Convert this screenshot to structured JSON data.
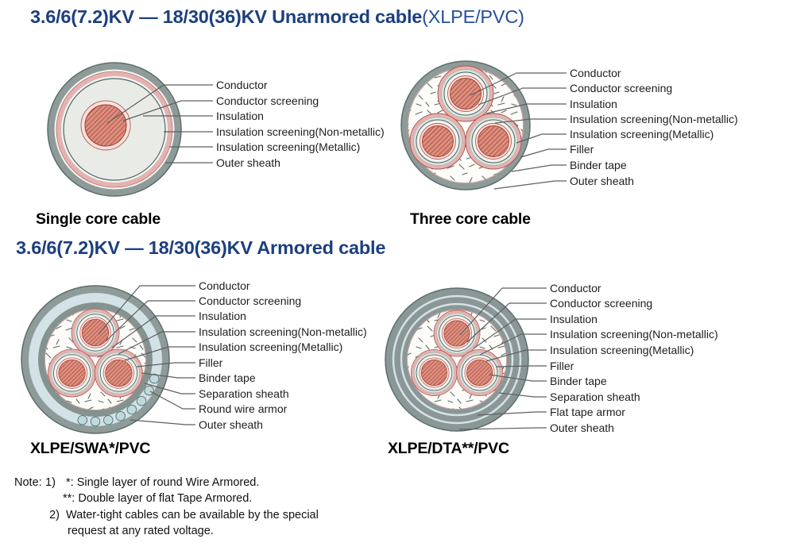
{
  "titles": {
    "unarmored_bold": "3.6/6(7.2)KV — 18/30(36)KV Unarmored cable",
    "unarmored_light": "(XLPE/PVC)",
    "armored": "3.6/6(7.2)KV — 18/30(36)KV Armored cable"
  },
  "colors": {
    "title_blue": "#1c3f7e",
    "outer_sheath_gray": "#8e9b99",
    "separation_sheath_gray": "#849290",
    "armor_blue": "#d3e2e6",
    "armor_wire_teal": "#c0d9da",
    "metallic_screen_pink": "#e2b3b1",
    "insulation_white": "#f3f2ee",
    "conductor_salmon": "#da8f7f",
    "conductor_hatch_red": "#a83a2c",
    "label_text": "#1d1d1d"
  },
  "diagrams": {
    "single_core": {
      "caption": "Single core cable",
      "labels": [
        "Conductor",
        "Conductor screening",
        "Insulation",
        "Insulation screening(Non-metallic)",
        "Insulation screening(Metallic)",
        "Outer sheath"
      ]
    },
    "three_core": {
      "caption": "Three core cable",
      "labels": [
        "Conductor",
        "Conductor screening",
        "Insulation",
        "Insulation screening(Non-metallic)",
        "Insulation screening(Metallic)",
        "Filler",
        "Binder tape",
        "Outer sheath"
      ]
    },
    "swa": {
      "caption": "XLPE/SWA*/PVC",
      "labels": [
        "Conductor",
        "Conductor screening",
        "Insulation",
        "Insulation screening(Non-metallic)",
        "Insulation screening(Metallic)",
        "Filler",
        "Binder tape",
        "Separation sheath",
        "Round wire armor",
        "Outer sheath"
      ]
    },
    "dta": {
      "caption": "XLPE/DTA**/PVC",
      "labels": [
        "Conductor",
        "Conductor screening",
        "Insulation",
        "Insulation screening(Non-metallic)",
        "Insulation screening(Metallic)",
        "Filler",
        "Binder tape",
        "Separation sheath",
        "Flat tape armor",
        "Outer sheath"
      ]
    }
  },
  "note": {
    "label": "Note:",
    "item1_num": "1)",
    "item1_line1": "*: Single layer of round Wire Armored.",
    "item1_line2": "**: Double layer of flat Tape Armored.",
    "item2_num": "2)",
    "item2_line1": "Water-tight cables can be available by the special",
    "item2_line2": "request at any rated voltage."
  }
}
